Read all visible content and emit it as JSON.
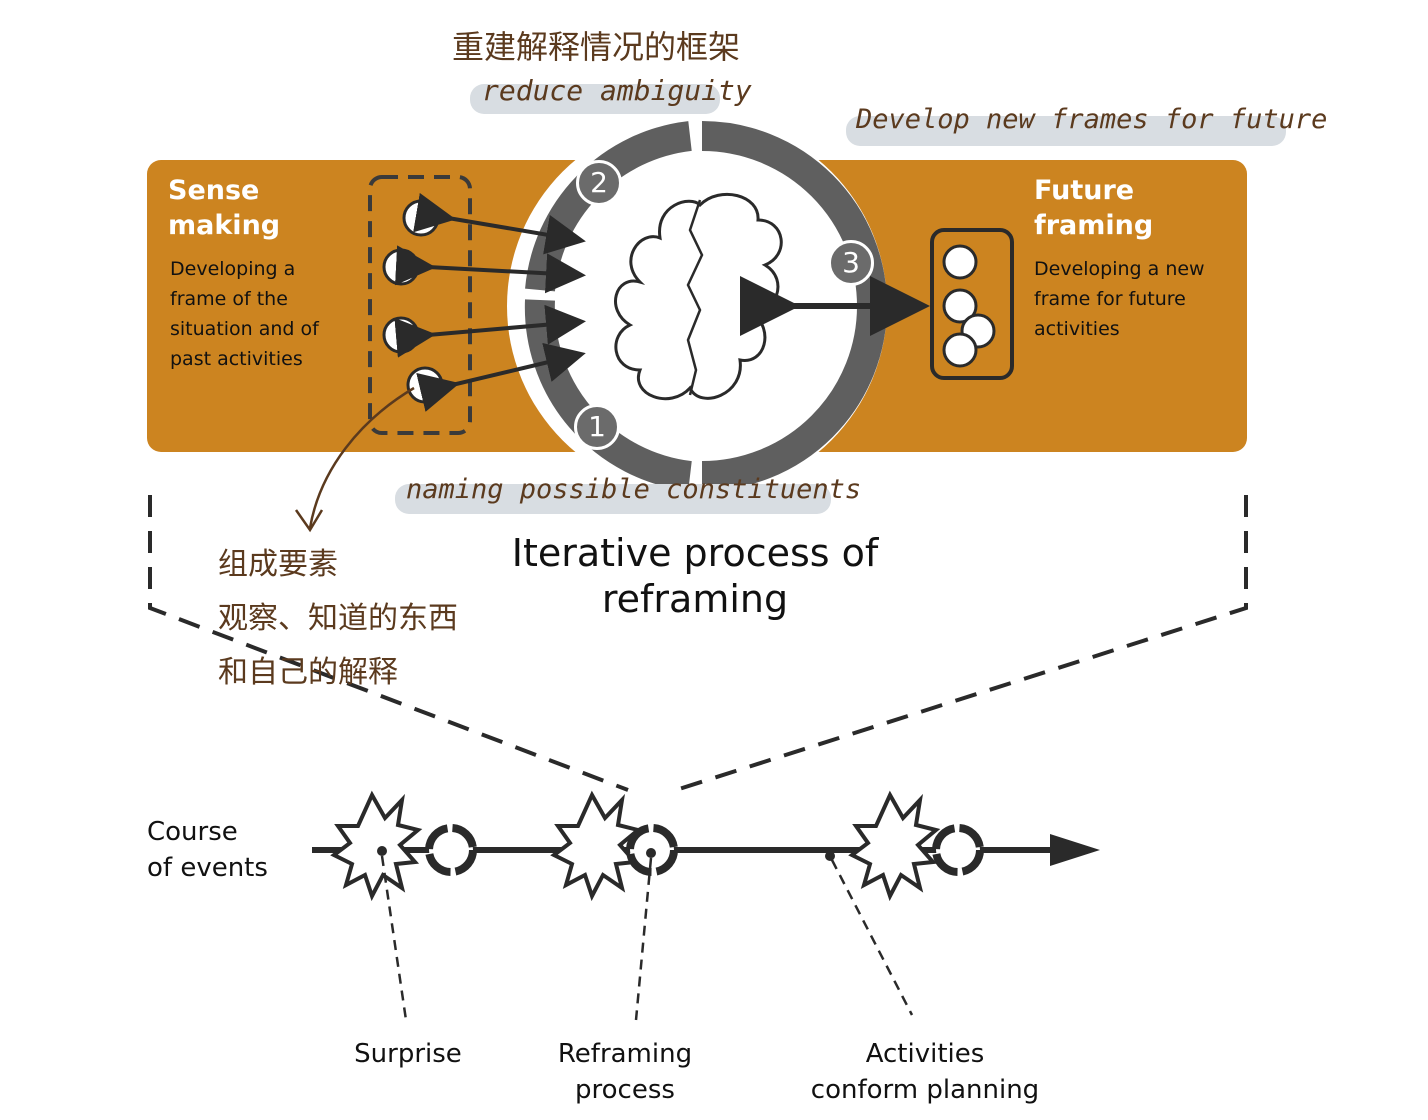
{
  "annotations": {
    "top_chinese": "重建解释情况的框架",
    "reduce_ambiguity": "reduce ambiguity",
    "develop_frames": "Develop new frames for future",
    "naming_constituents": "naming possible constituents",
    "bottom_chinese": "组成要素\n观察、知道的东西\n和自己的解释"
  },
  "sense_making": {
    "title": "Sense\nmaking",
    "description": "Developing a\nframe of the\nsituation and of\npast activities"
  },
  "future_framing": {
    "title": "Future\nframing",
    "description": "Developing a new\nframe for future\nactivities"
  },
  "cycle": {
    "step_labels": [
      "1",
      "2",
      "3"
    ]
  },
  "iterative_title": "Iterative process of\nreframing",
  "timeline": {
    "label": "Course\nof events",
    "callouts": {
      "surprise": "Surprise",
      "reframing": "Reframing\nprocess",
      "activities": "Activities\nconform planning"
    }
  },
  "colors": {
    "panel": "#cc8420",
    "ring": "#5f5f5f",
    "ink": "#2a2a2a",
    "handwriting": "#5b3a1e",
    "highlight": "#d8dde2"
  }
}
